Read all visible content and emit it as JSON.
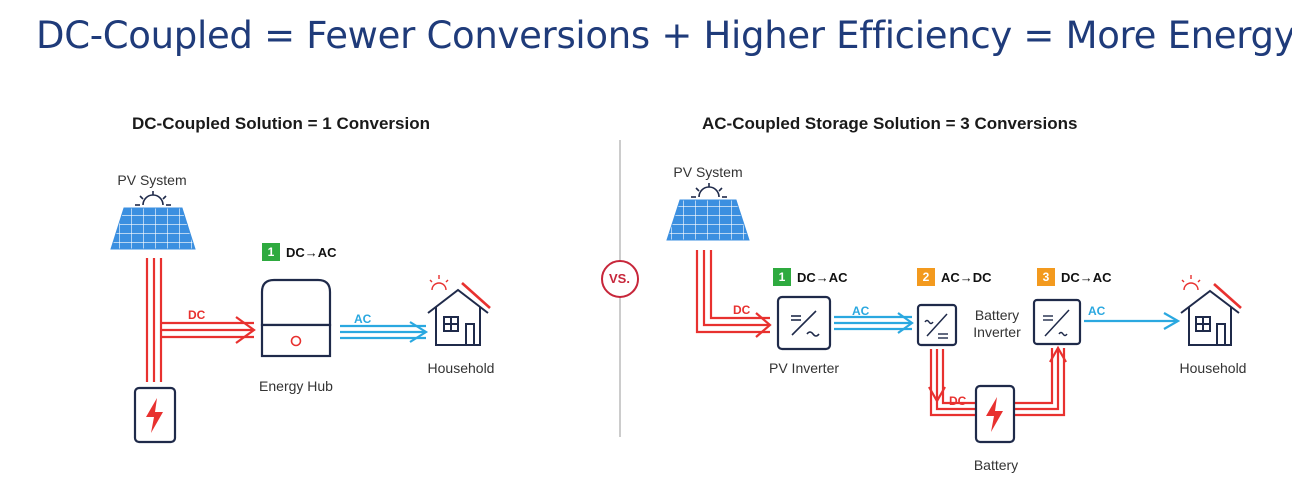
{
  "title": "DC-Coupled = Fewer Conversions + Higher Efficiency = More Energy",
  "left": {
    "heading": "DC-Coupled Solution = 1 Conversion",
    "pv_label": "PV System",
    "hub_label": "Energy Hub",
    "household_label": "Household",
    "dc_label": "DC",
    "ac_label": "AC",
    "step": {
      "num": "1",
      "text": "DC→AC"
    }
  },
  "vs": "VS.",
  "right": {
    "heading": "AC-Coupled Storage Solution = 3 Conversions",
    "pv_label": "PV System",
    "pv_inverter_label": "PV Inverter",
    "battery_inverter_label": "Battery\nInverter",
    "battery_label": "Battery",
    "household_label": "Household",
    "dc_label_1": "DC",
    "ac_label_1": "AC",
    "dc_label_2": "DC",
    "ac_label_2": "AC",
    "steps": [
      {
        "num": "1",
        "text": "DC→AC"
      },
      {
        "num": "2",
        "text": "AC→DC"
      },
      {
        "num": "3",
        "text": "DC→AC"
      }
    ]
  },
  "colors": {
    "title": "#1f3b7a",
    "dc_line": "#e8312f",
    "ac_line": "#2aa8e0",
    "step_green": "#2eaa3f",
    "step_orange": "#f39a1e",
    "icon_dark": "#1f2a4a",
    "panel_blue": "#3b8fe0"
  }
}
